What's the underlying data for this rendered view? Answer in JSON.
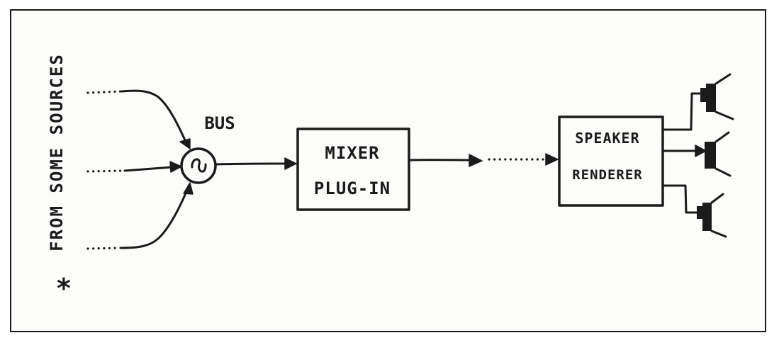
{
  "diagram": {
    "side_note": "FROM SOME SOURCES",
    "asterisk": "*",
    "bus": {
      "label": "BUS",
      "symbol": "~"
    },
    "mixer": {
      "line1": "MIXER",
      "line2": "PLUG-IN"
    },
    "renderer": {
      "line1": "SPEAKER",
      "line2": "RENDERER"
    },
    "speakers": 3,
    "ink_color": "#1b1b1b"
  }
}
